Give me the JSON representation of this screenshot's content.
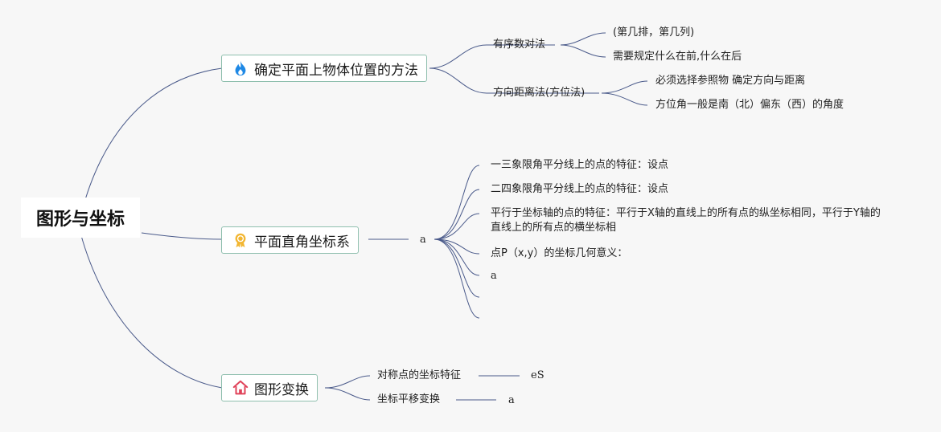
{
  "root": {
    "label": "图形与坐标"
  },
  "branches": [
    {
      "label": "确定平面上物体位置的方法",
      "icon": "flame-icon",
      "children": [
        {
          "label": "有序数对法",
          "children": [
            {
              "label": "(第几排，第几列)"
            },
            {
              "label": "需要规定什么在前,什么在后"
            }
          ]
        },
        {
          "label": "方向距离法(方位法)",
          "children": [
            {
              "label": "必须选择参照物 确定方向与距离"
            },
            {
              "label": "方位角一般是南（北）偏东（西）的角度"
            }
          ]
        }
      ]
    },
    {
      "label": "平面直角坐标系",
      "icon": "award-ribbon-icon",
      "children": [
        {
          "label": "a",
          "children": [
            {
              "label": "一三象限角平分线上的点的特征：设点￼"
            },
            {
              "label": "二四象限角平分线上的点的特征：设点￼"
            },
            {
              "label": "平行于坐标轴的点的特征：平行于X轴的直线上的所有点的纵坐标相同，平行于Y轴的直线上的所有点的横坐标相"
            },
            {
              "label": "点P（x,y）的坐标几何意义："
            },
            {
              "label": "a"
            },
            {
              "label": ""
            },
            {
              "label": ""
            }
          ]
        }
      ]
    },
    {
      "label": "图形变换",
      "icon": "house-icon",
      "children": [
        {
          "label": "对称点的坐标特征",
          "children": [
            {
              "label": "eS"
            }
          ]
        },
        {
          "label": "坐标平移变换",
          "children": [
            {
              "label": "a"
            }
          ]
        }
      ]
    }
  ],
  "colors": {
    "line": "#4a5a8a",
    "border": "#8fbfae",
    "flame": "#1e88e5",
    "award": "#f2b632",
    "house": "#e0435a"
  }
}
